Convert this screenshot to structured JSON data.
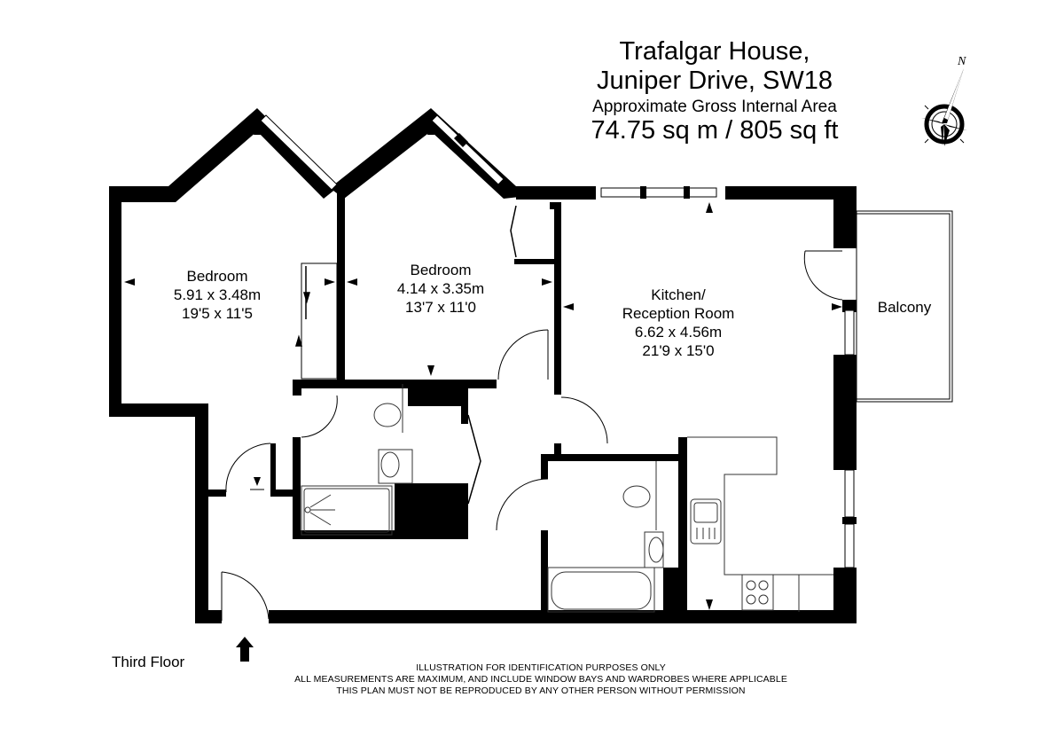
{
  "header": {
    "building": "Trafalgar House,",
    "address": "Juniper Drive, SW18",
    "area_label": "Approximate Gross Internal Area",
    "area_value": "74.75 sq m  /  805 sq ft"
  },
  "compass": {
    "north_label": "N",
    "icon": "compass-rose-icon"
  },
  "rooms": [
    {
      "name": "Bedroom",
      "metric": "5.91 x 3.48m",
      "imperial": "19'5 x 11'5"
    },
    {
      "name": "Bedroom",
      "metric": "4.14 x 3.35m",
      "imperial": "13'7 x 11'0"
    },
    {
      "name": "Kitchen/",
      "name2": "Reception Room",
      "metric": "6.62 x 4.56m",
      "imperial": "21'9 x 15'0"
    },
    {
      "name": "Balcony"
    }
  ],
  "floor": {
    "label": "Third Floor",
    "entrance_icon": "entrance-arrow-icon"
  },
  "disclaimer": [
    "ILLUSTRATION FOR IDENTIFICATION PURPOSES ONLY",
    "ALL MEASUREMENTS ARE MAXIMUM, AND INCLUDE WINDOW BAYS AND WARDROBES WHERE APPLICABLE",
    "THIS PLAN MUST NOT BE REPRODUCED BY ANY OTHER PERSON WITHOUT PERMISSION"
  ],
  "colors": {
    "wall": "#000000",
    "background": "#ffffff",
    "fixture_stroke": "#333333"
  }
}
